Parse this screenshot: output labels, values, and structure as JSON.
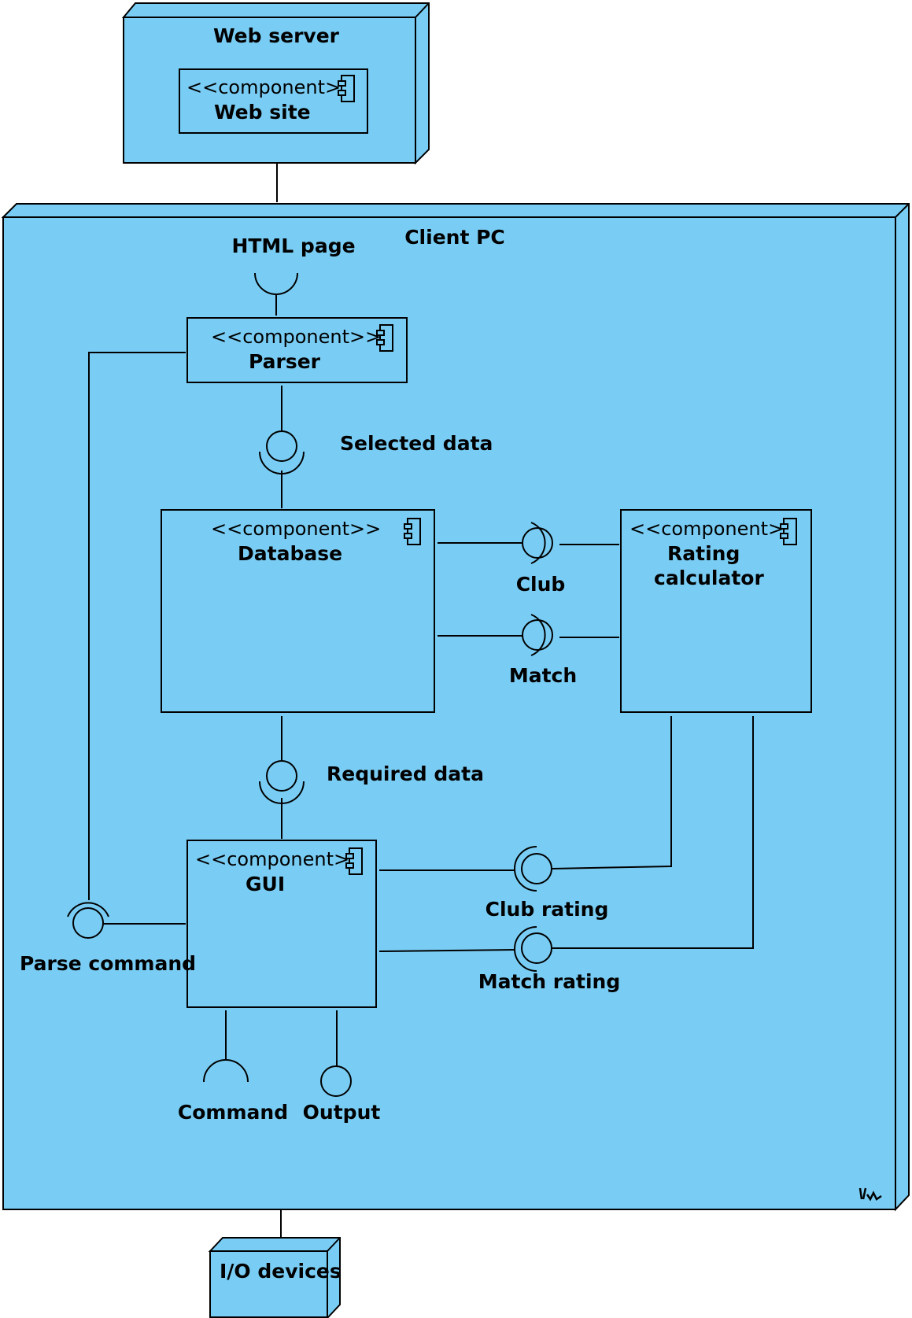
{
  "colors": {
    "node_fill": "#79cdf4",
    "stroke": "#000000",
    "background": "#ffffff"
  },
  "nodes": {
    "web_server": {
      "name": "Web server"
    },
    "client_pc": {
      "name": "Client PC"
    },
    "io_devices": {
      "name": "I/O devices"
    }
  },
  "components": {
    "web_site": {
      "stereotype": "<<component>",
      "name": "Web site"
    },
    "parser": {
      "stereotype": "<<component>>",
      "name": "Parser"
    },
    "database": {
      "stereotype": "<<component>>",
      "name": "Database"
    },
    "rating_calculator": {
      "stereotype": "<<component>",
      "name_line1": "Rating",
      "name_line2": "calculator"
    },
    "gui": {
      "stereotype": "<<component>",
      "name": "GUI"
    }
  },
  "interfaces": {
    "html_page": "HTML page",
    "selected_data": "Selected data",
    "club": "Club",
    "match": "Match",
    "required_data": "Required data",
    "club_rating": "Club rating",
    "match_rating": "Match rating",
    "parse_command": "Parse command",
    "command": "Command",
    "output": "Output"
  },
  "icons": [
    "component-icon",
    "watermark-icon"
  ]
}
